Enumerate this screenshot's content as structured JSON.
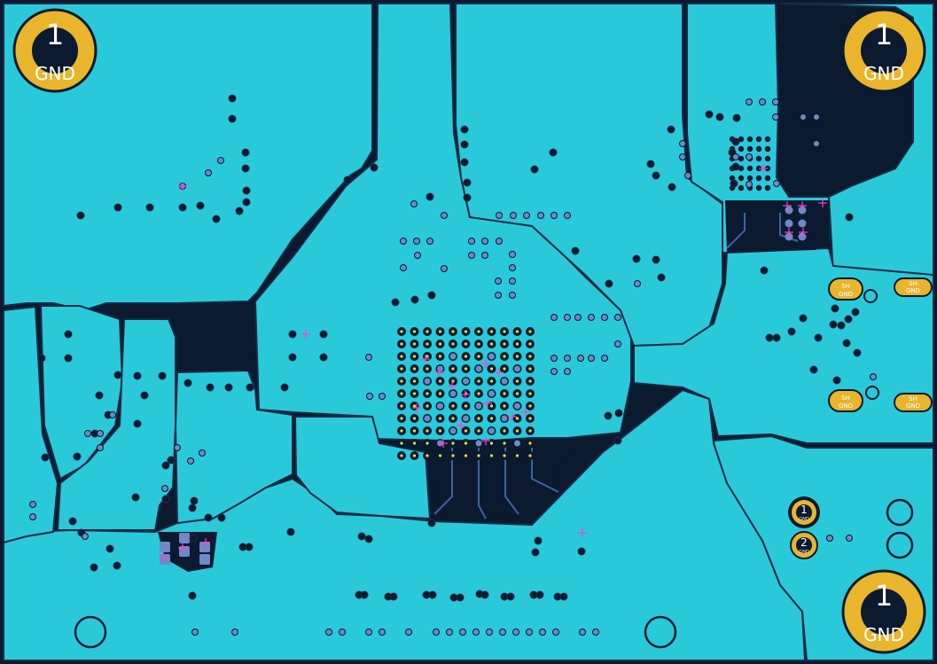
{
  "colors": {
    "background": "#0b1a2e",
    "copper": "#29c9da",
    "copper_edge": "#1a2a44",
    "pad_gold": "#e8b52c",
    "via_hole": "#0b1a2e",
    "via_ring": "#6e8ac4",
    "silk_magenta": "#ff3fd0",
    "dark_trace": "#243f77"
  },
  "mounting_holes": [
    {
      "number": "1",
      "net": "GND"
    },
    {
      "number": "1",
      "net": "GND"
    },
    {
      "number": "1",
      "net": "GND"
    }
  ],
  "shield_pads": [
    {
      "label": "SH\nGND"
    },
    {
      "label": "SH\nGND"
    },
    {
      "label": "SH\nGND"
    },
    {
      "label": "SH\nGND"
    }
  ],
  "header_pins": [
    {
      "number": "1",
      "net": "GND"
    },
    {
      "number": "2",
      "net": "GND"
    }
  ],
  "labels": {
    "sh": "SH",
    "gnd": "GND"
  }
}
